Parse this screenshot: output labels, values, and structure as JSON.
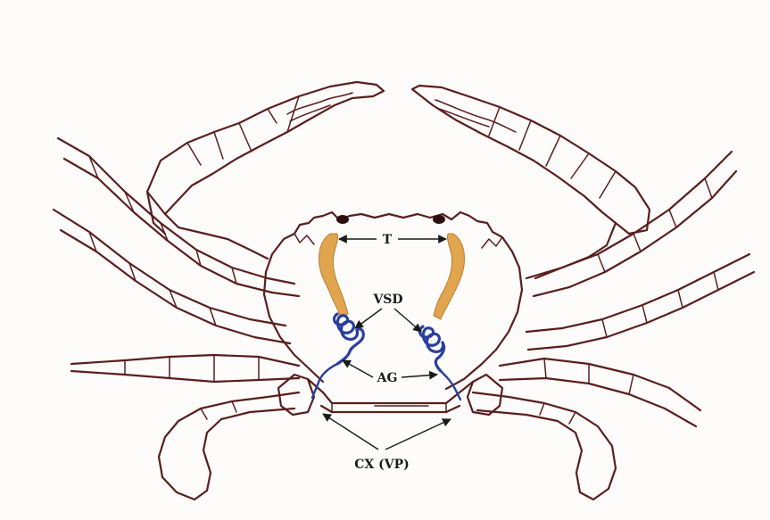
{
  "labels": {
    "t": "T",
    "vsd": "VSD",
    "ag": "AG",
    "cx": "CX (VP)"
  },
  "colors": {
    "outline": "#5a1e1e",
    "testis": "#e0a54e",
    "vas_deferens": "#2a3f9e",
    "ink": "#1a1a1a"
  }
}
